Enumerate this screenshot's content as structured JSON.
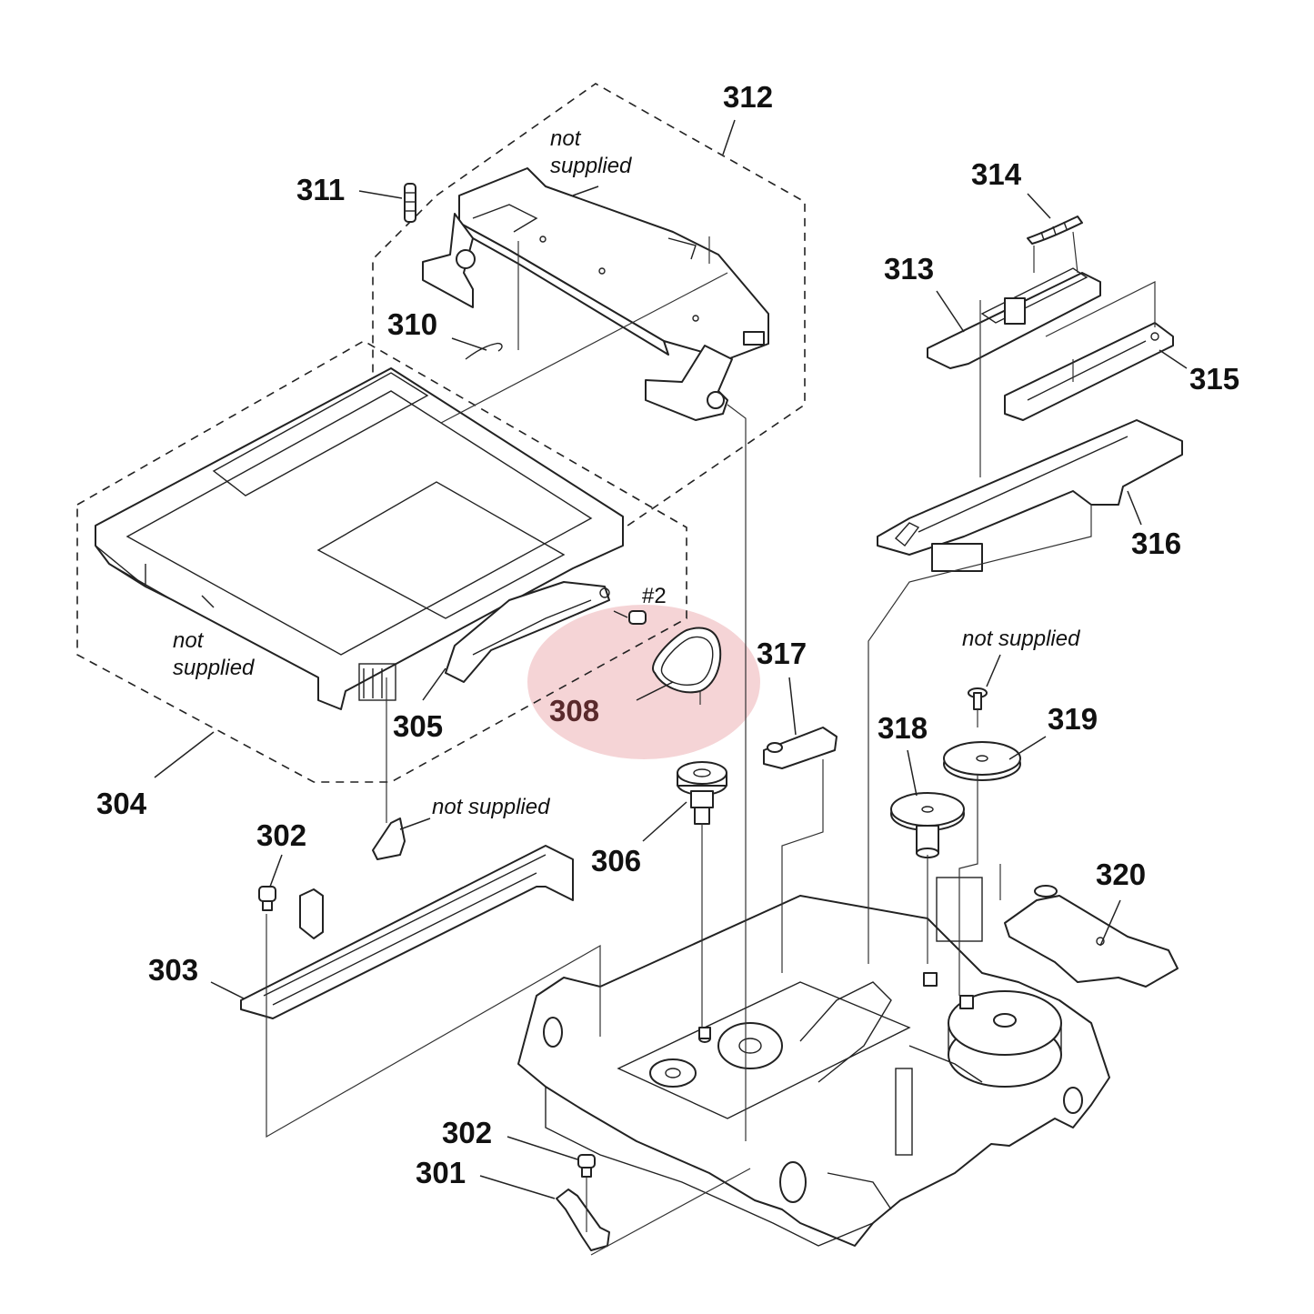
{
  "diagram": {
    "labels": {
      "p301": "301",
      "p302a": "302",
      "p302b": "302",
      "p303": "303",
      "p304": "304",
      "p305": "305",
      "p306": "306",
      "p308": "308",
      "p310": "310",
      "p311": "311",
      "p312": "312",
      "p313": "313",
      "p314": "314",
      "p315": "315",
      "p316": "316",
      "p317": "317",
      "p318": "318",
      "p319": "319",
      "p320": "320",
      "screw": "#2"
    },
    "notes": {
      "n312_l1": "not",
      "n312_l2": "supplied",
      "n304_l1": "not",
      "n304_l2": "supplied",
      "n_clip": "not supplied",
      "n319": "not supplied"
    },
    "highlight": {
      "part": "308",
      "color": "#f2c6c8"
    }
  }
}
